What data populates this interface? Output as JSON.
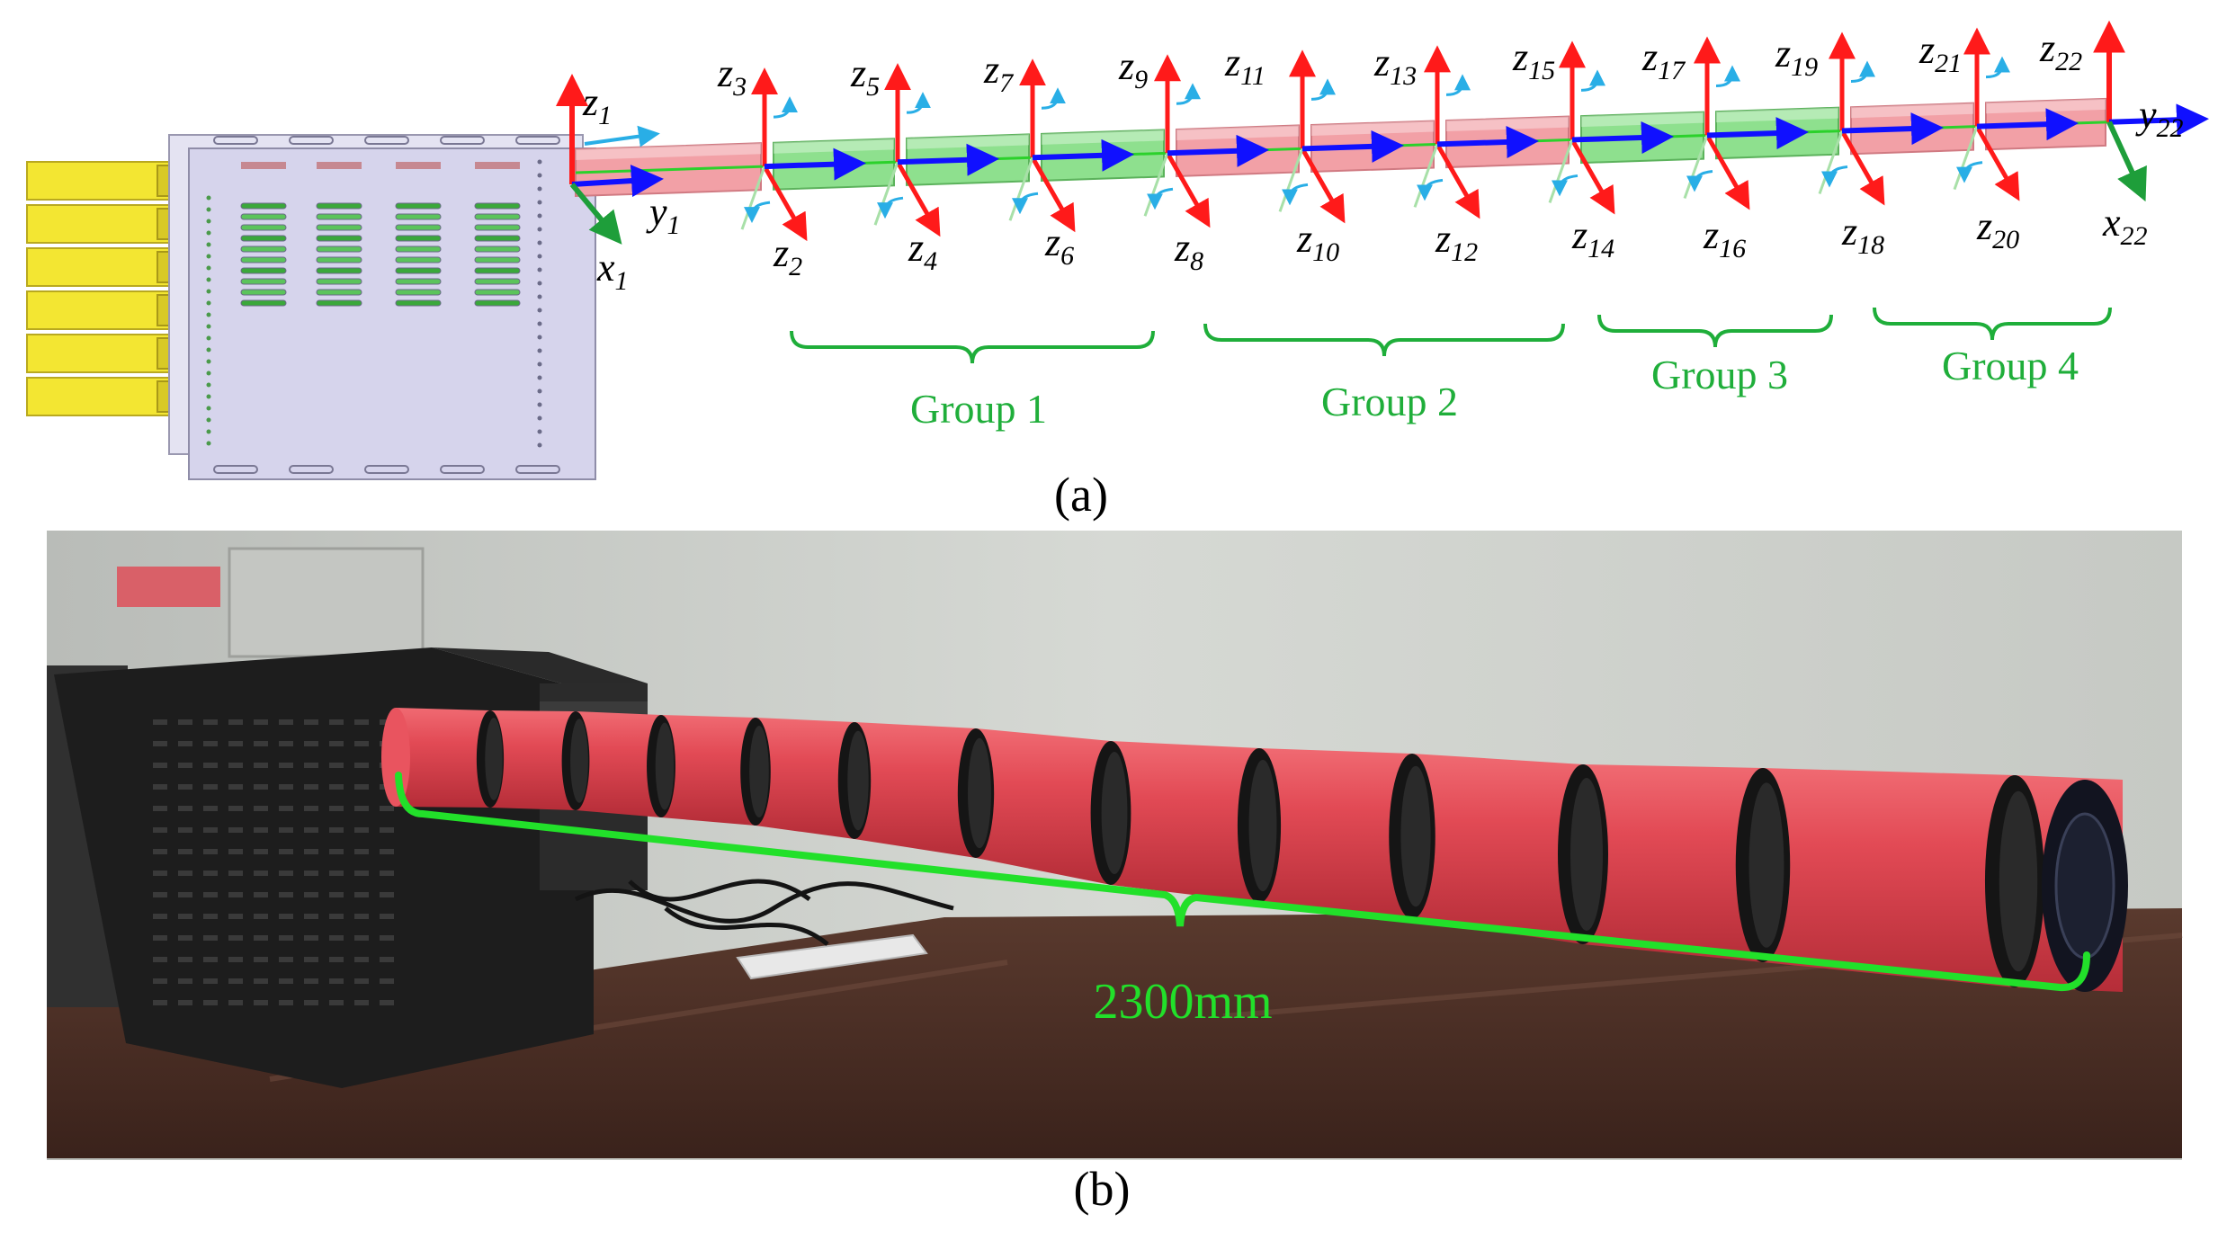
{
  "panel_a": {
    "caption": "(a)",
    "base_frame_labels": [
      "z",
      "1",
      "y",
      "1",
      "x",
      "1"
    ],
    "end_frame_labels": [
      "z",
      "22",
      "y",
      "22",
      "x",
      "22"
    ],
    "top_joint_labels": [
      {
        "sym": "z",
        "sub": "3"
      },
      {
        "sym": "z",
        "sub": "5"
      },
      {
        "sym": "z",
        "sub": "7"
      },
      {
        "sym": "z",
        "sub": "9"
      },
      {
        "sym": "z",
        "sub": "11"
      },
      {
        "sym": "z",
        "sub": "13"
      },
      {
        "sym": "z",
        "sub": "15"
      },
      {
        "sym": "z",
        "sub": "17"
      },
      {
        "sym": "z",
        "sub": "19"
      },
      {
        "sym": "z",
        "sub": "21"
      }
    ],
    "bottom_joint_labels": [
      {
        "sym": "z",
        "sub": "2"
      },
      {
        "sym": "z",
        "sub": "4"
      },
      {
        "sym": "z",
        "sub": "6"
      },
      {
        "sym": "z",
        "sub": "8"
      },
      {
        "sym": "z",
        "sub": "10"
      },
      {
        "sym": "z",
        "sub": "12"
      },
      {
        "sym": "z",
        "sub": "14"
      },
      {
        "sym": "z",
        "sub": "16"
      },
      {
        "sym": "z",
        "sub": "18"
      },
      {
        "sym": "z",
        "sub": "20"
      }
    ],
    "groups": [
      "Group 1",
      "Group 2",
      "Group 3",
      "Group 4"
    ],
    "segment_colors": [
      "red",
      "green",
      "green",
      "green",
      "red",
      "red",
      "red",
      "green",
      "green",
      "red",
      "red"
    ],
    "colors": {
      "z_axis": "#ff1a1a",
      "y_axis": "#1010ff",
      "x_axis": "#1e9e3a",
      "rotation_arrow": "#29aee6",
      "red_link": "#f2a0a6",
      "green_link": "#8ee08e",
      "group_brace": "#1fae3a",
      "base_plate": "#d6d4ec",
      "motors": "#f3e632"
    }
  },
  "panel_b": {
    "caption": "(b)",
    "measurement": "2300mm",
    "colors": {
      "wall": "#d2d5d0",
      "desk": "#4a2b22",
      "robot_red": "#e24a55",
      "measure_line": "#22e02a"
    }
  }
}
